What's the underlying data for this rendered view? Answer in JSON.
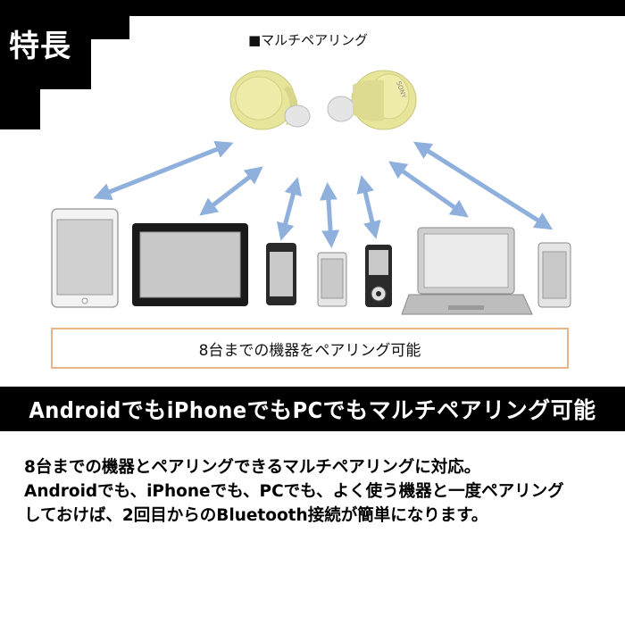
{
  "badge": {
    "label": "特長"
  },
  "top_title": "■マルチペアリング",
  "caption": "8台までの機器をペアリング可能",
  "banner": "AndroidでもiPhoneでもPCでもマルチペアリング可能",
  "description": {
    "lines": [
      "8台までの機器とペアリングできるマルチペアリングに対応。",
      "Androidでも、iPhoneでも、PCでも、よく使う機器と一度ペアリング",
      "しておけば、2回目からのBluetooth接続が簡単になります。"
    ]
  },
  "earbuds": {
    "brand": "SONY"
  },
  "colors": {
    "black": "#000000",
    "arrow": "#8fb0dc",
    "earbud": "#e6e59a",
    "caption_border": "#e8b48c"
  },
  "icons": [
    "tablet-icon",
    "tablet-landscape-icon",
    "smartphone-icon",
    "music-player-icon",
    "laptop-icon",
    "earbuds-icon"
  ]
}
